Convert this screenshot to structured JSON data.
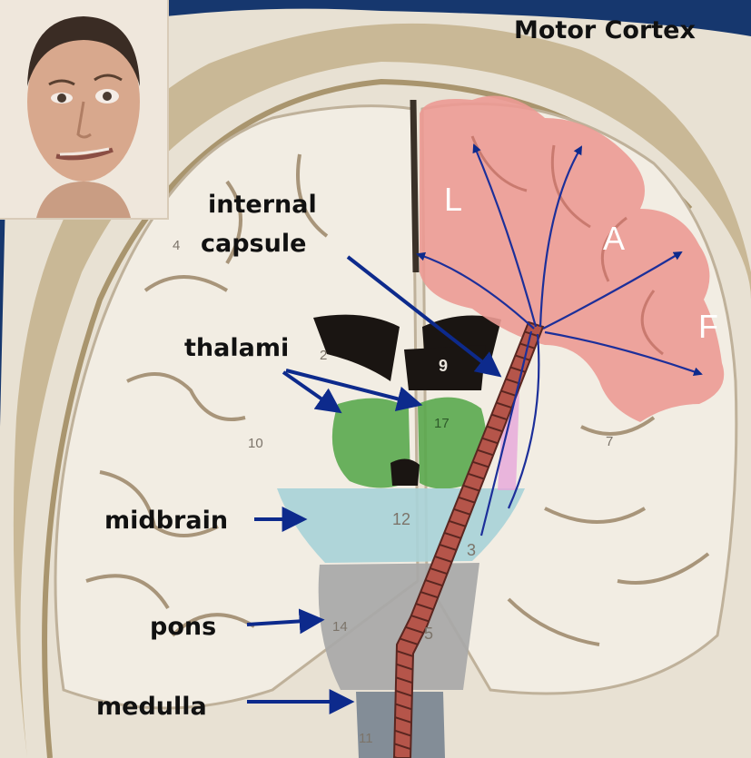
{
  "title": "Motor Cortex",
  "labels": {
    "internal_capsule_line1": "internal",
    "internal_capsule_line2": "capsule",
    "thalami": "thalami",
    "midbrain": "midbrain",
    "pons": "pons",
    "medulla": "medulla"
  },
  "cortex_regions": {
    "leg": "L",
    "arm": "A",
    "face": "F"
  },
  "section_numbers": [
    "4",
    "2",
    "9",
    "17",
    "10",
    "7",
    "12",
    "3",
    "14",
    "5",
    "11"
  ],
  "colors": {
    "background": "#16376e",
    "motor_cortex": "#ec9a93",
    "thalami": "#5aa84e",
    "midbrain": "#a9d3d8",
    "pons": "#a8a8a8",
    "medulla": "#7d8894",
    "tract": "#b5554a",
    "arrows": "#0d2a8c"
  },
  "portrait_icon": "face-with-facial-palsy"
}
